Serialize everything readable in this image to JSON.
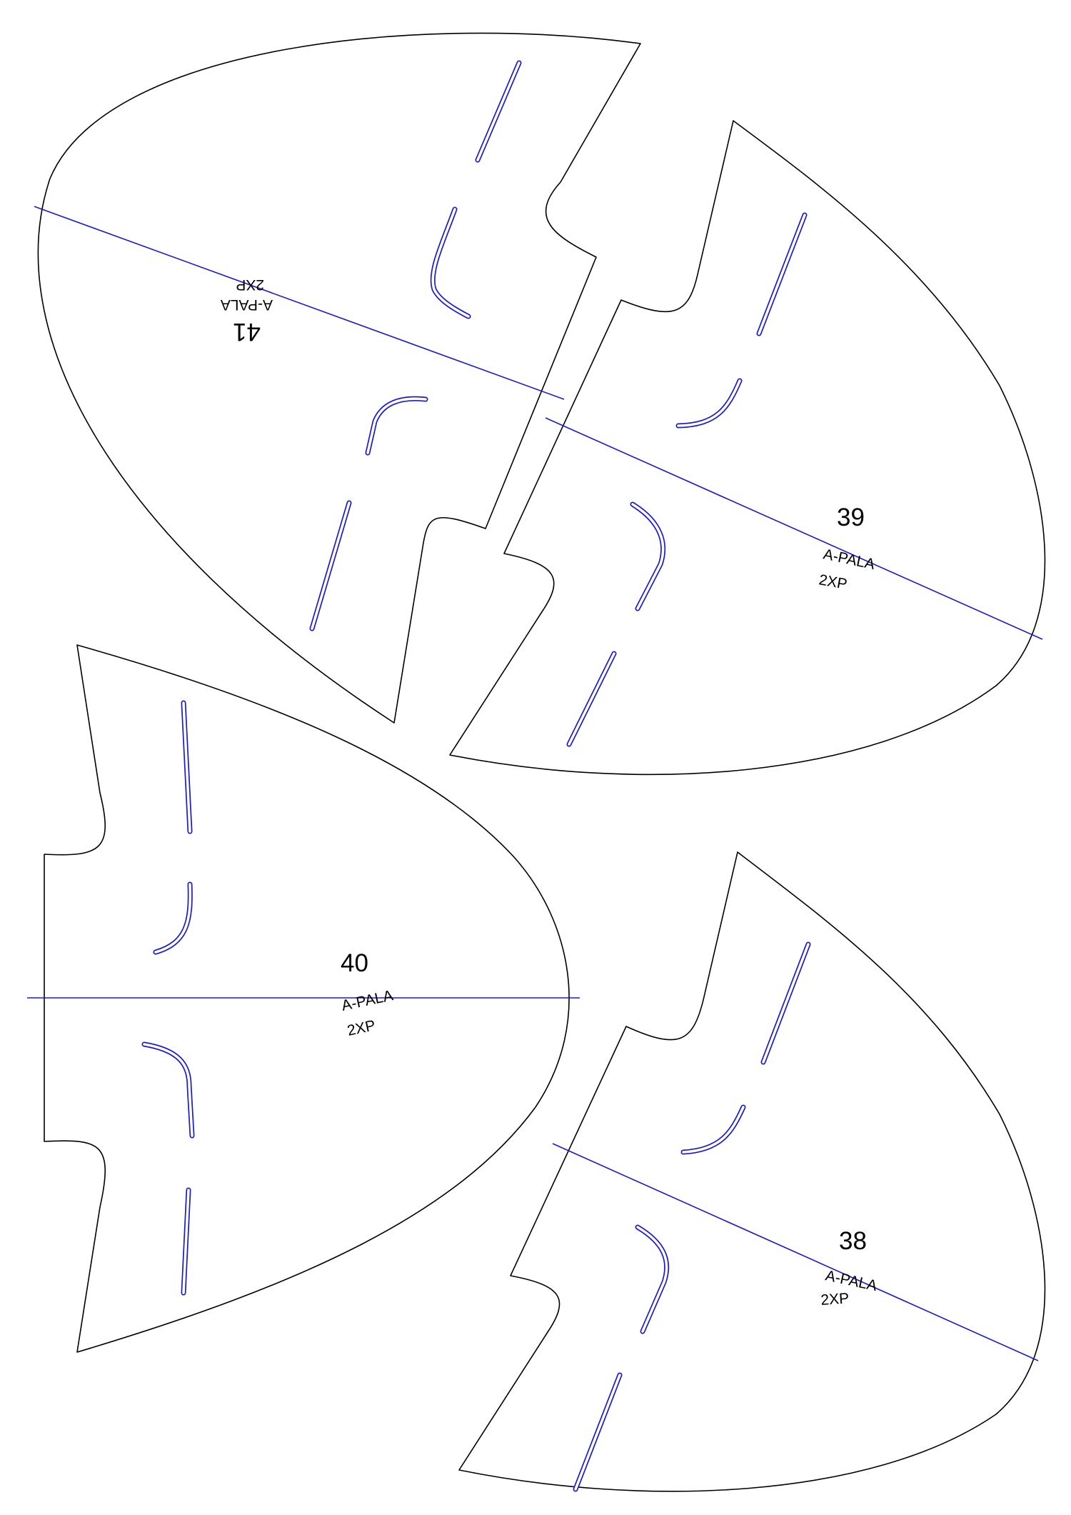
{
  "colors": {
    "outline": "#000000",
    "axis": "#1a1ad0",
    "background": "#ffffff"
  },
  "pieces": [
    {
      "id": "p41",
      "number": "41",
      "name": "A-PALA",
      "qty": "2XP"
    },
    {
      "id": "p39",
      "number": "39",
      "name": "A-PALA",
      "qty": "2XP"
    },
    {
      "id": "p40",
      "number": "40",
      "name": "A-PALA",
      "qty": "2XP"
    },
    {
      "id": "p38",
      "number": "38",
      "name": "A-PALA",
      "qty": "2XP"
    }
  ]
}
